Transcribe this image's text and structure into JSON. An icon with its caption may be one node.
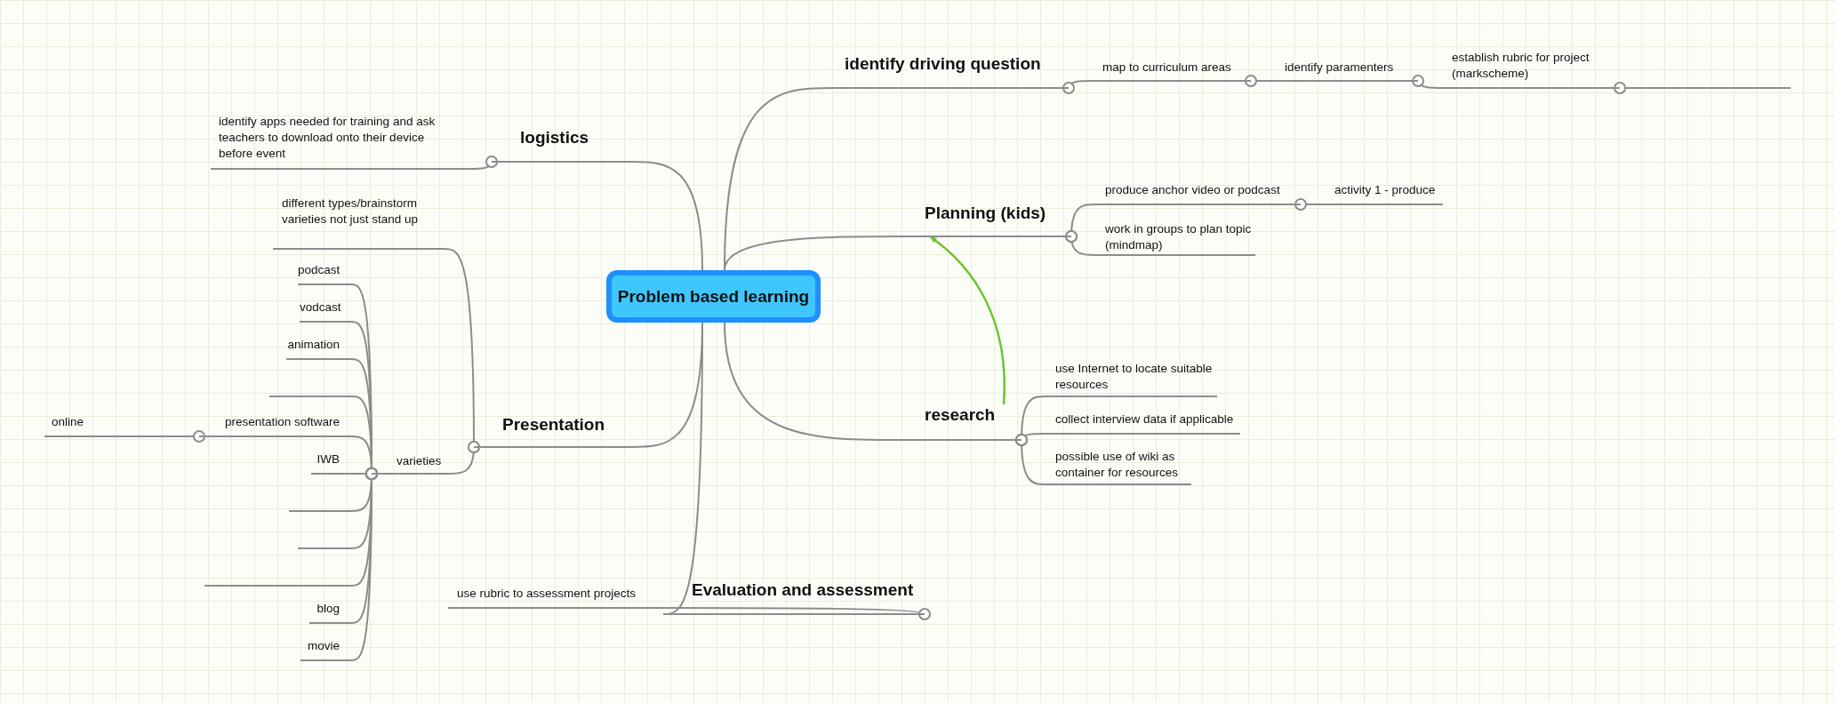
{
  "diagram": {
    "nodes": [
      {
        "text": [
          "Problem based learning"
        ]
      },
      {
        "text": [
          "identify driving question"
        ]
      },
      {
        "text": [
          "map to curriculum areas"
        ]
      },
      {
        "text": [
          "identify paramenters"
        ]
      },
      {
        "text": [
          "establish rubric for project (markscheme)"
        ]
      },
      {
        "text": [],
        "shape": "line"
      },
      {
        "text": [
          "Planning (kids)"
        ]
      },
      {
        "text": [
          "produce anchor video or podcast"
        ]
      },
      {
        "text": [
          "activity 1 - produce"
        ]
      },
      {
        "text": [
          "work in groups to plan topic (mindmap)"
        ]
      },
      {
        "text": [
          "research"
        ]
      },
      {
        "text": [
          "use Internet to locate suitable resources"
        ]
      },
      {
        "text": [
          "collect interview data if applicable"
        ]
      },
      {
        "text": [
          "possible use of wiki as container for resources"
        ]
      },
      {
        "text": [
          "logistics"
        ]
      },
      {
        "text": [
          "identify apps needed for training and ask teachers to download onto their device before event"
        ]
      },
      {
        "text": [
          "Presentation"
        ]
      },
      {
        "text": [
          "different types/brainstorm varieties not just stand up"
        ]
      },
      {
        "text": [
          "varieties"
        ]
      },
      {
        "text": [
          "podcast"
        ]
      },
      {
        "text": [
          "vodcast"
        ]
      },
      {
        "text": [
          "animation"
        ]
      },
      {
        "text": [],
        "shape": "line"
      },
      {
        "text": [
          "presentation software"
        ]
      },
      {
        "text": [
          "online"
        ]
      },
      {
        "text": [
          "IWB"
        ]
      },
      {
        "text": [],
        "shape": "line"
      },
      {
        "text": [],
        "shape": "line"
      },
      {
        "text": [],
        "shape": "line"
      },
      {
        "text": [
          "blog"
        ]
      },
      {
        "text": [
          "movie"
        ]
      },
      {
        "text": [
          "Evaluation and assessment"
        ]
      },
      {
        "text": [
          "use rubric to assessment projects"
        ]
      }
    ],
    "edges": [
      {
        "from": 0,
        "to": 1,
        "arrow": "none"
      },
      {
        "from": 1,
        "to": 2,
        "arrow": "other"
      },
      {
        "from": 2,
        "to": 3,
        "arrow": "other"
      },
      {
        "from": 3,
        "to": 4,
        "arrow": "other"
      },
      {
        "from": 4,
        "to": 5,
        "arrow": "other"
      },
      {
        "from": 0,
        "to": 6,
        "arrow": "none"
      },
      {
        "from": 6,
        "to": 7,
        "arrow": "other"
      },
      {
        "from": 7,
        "to": 8,
        "arrow": "other"
      },
      {
        "from": 6,
        "to": 9,
        "arrow": "other"
      },
      {
        "from": 0,
        "to": 10,
        "arrow": "none"
      },
      {
        "from": 10,
        "to": 11,
        "arrow": "other"
      },
      {
        "from": 10,
        "to": 12,
        "arrow": "other"
      },
      {
        "from": 10,
        "to": 13,
        "arrow": "other"
      },
      {
        "from": 10,
        "to": 6,
        "arrow": "to",
        "color": "#6cc52e"
      },
      {
        "from": 0,
        "to": 14,
        "arrow": "none"
      },
      {
        "from": 14,
        "to": 15,
        "arrow": "other"
      },
      {
        "from": 0,
        "to": 16,
        "arrow": "none"
      },
      {
        "from": 16,
        "to": 17,
        "arrow": "other"
      },
      {
        "from": 16,
        "to": 18,
        "arrow": "other"
      },
      {
        "from": 18,
        "to": 19,
        "arrow": "other"
      },
      {
        "from": 18,
        "to": 20,
        "arrow": "other"
      },
      {
        "from": 18,
        "to": 21,
        "arrow": "other"
      },
      {
        "from": 18,
        "to": 22,
        "arrow": "other"
      },
      {
        "from": 18,
        "to": 23,
        "arrow": "other"
      },
      {
        "from": 23,
        "to": 24,
        "arrow": "other"
      },
      {
        "from": 18,
        "to": 25,
        "arrow": "other"
      },
      {
        "from": 18,
        "to": 26,
        "arrow": "other"
      },
      {
        "from": 18,
        "to": 27,
        "arrow": "other"
      },
      {
        "from": 18,
        "to": 28,
        "arrow": "other"
      },
      {
        "from": 18,
        "to": 29,
        "arrow": "other"
      },
      {
        "from": 18,
        "to": 30,
        "arrow": "other"
      },
      {
        "from": 0,
        "to": 31,
        "arrow": "none"
      },
      {
        "from": 31,
        "to": 32,
        "arrow": "other"
      }
    ]
  }
}
